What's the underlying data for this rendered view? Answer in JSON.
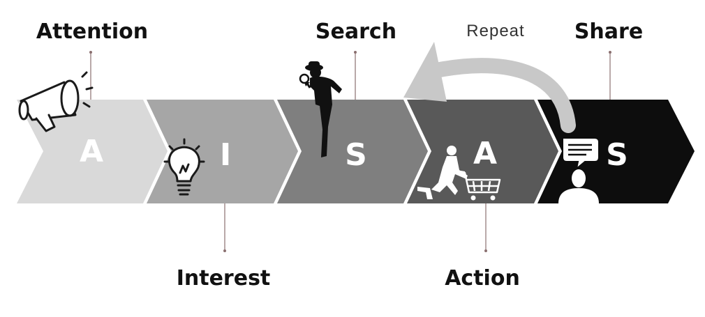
{
  "stages": [
    {
      "letter": "A",
      "label": "Attention",
      "fill": "#d9d9d9",
      "icon": "megaphone-icon"
    },
    {
      "letter": "I",
      "label": "Interest",
      "fill": "#a6a6a6",
      "icon": "lightbulb-icon"
    },
    {
      "letter": "S",
      "label": "Search",
      "fill": "#7f7f7f",
      "icon": "detective-icon"
    },
    {
      "letter": "A",
      "label": "Action",
      "fill": "#595959",
      "icon": "shopping-cart-icon"
    },
    {
      "letter": "S",
      "label": "Share",
      "fill": "#0d0d0d",
      "icon": "share-chat-icon"
    }
  ],
  "repeat": {
    "label": "Repeat",
    "arrow_color": "#c8c8c8"
  }
}
